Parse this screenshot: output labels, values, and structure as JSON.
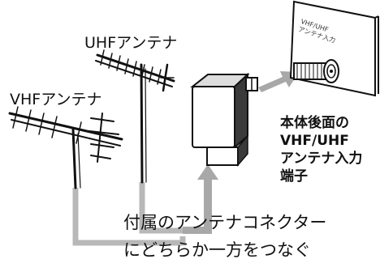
{
  "labels": {
    "uhf_antenna": "UHFアンテナ",
    "vhf_antenna": "VHFアンテナ",
    "port_lines": [
      "本体後面の",
      "VHF/UHF",
      "アンテナ入力",
      "端子"
    ],
    "caption_lines": [
      "付属のアンテナコネクター",
      "にどちらか一方をつなぐ"
    ],
    "panel_lines": [
      "VHF/UHF",
      "アンテナ入力"
    ]
  },
  "colors": {
    "cable": "#b8b8b8",
    "arrow": "#a8a8a8",
    "connector_body": "#3a3a3a",
    "line": "#111111"
  },
  "icons": {
    "uhf_antenna": "yagi-antenna-icon",
    "vhf_antenna": "yagi-antenna-icon",
    "connector": "antenna-connector-icon",
    "port": "antenna-input-port-icon"
  }
}
